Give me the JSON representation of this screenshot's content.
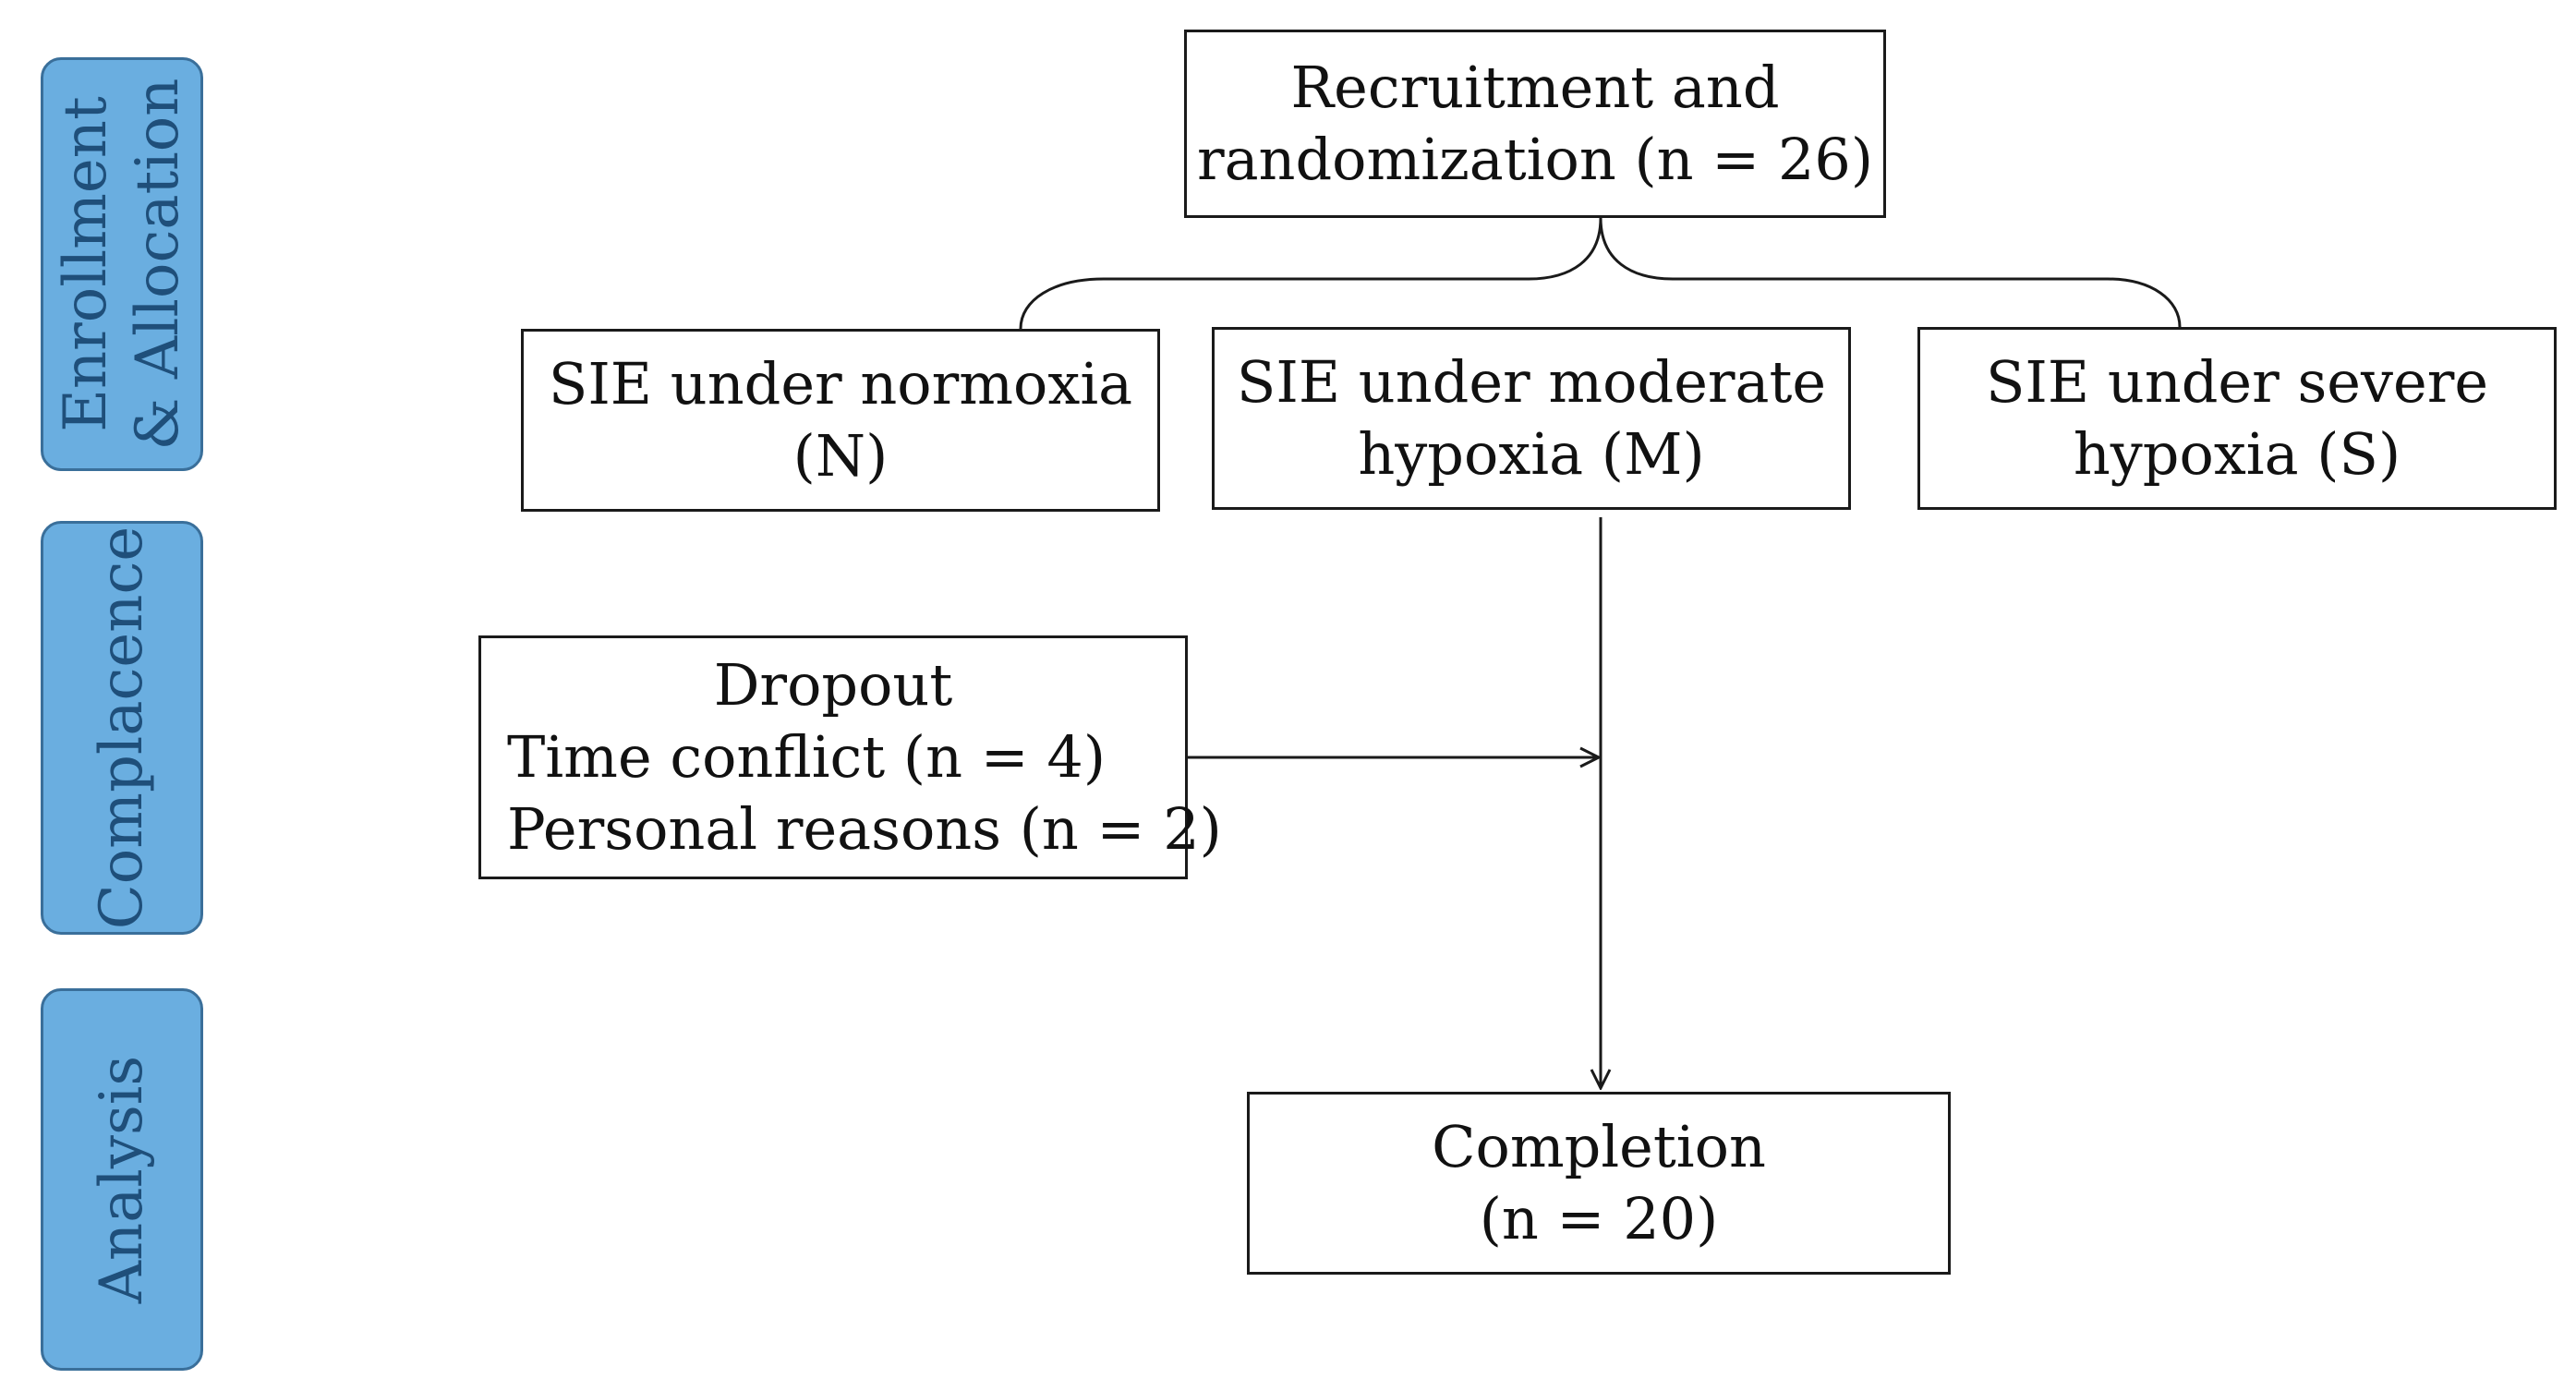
{
  "colors": {
    "stage_fill": "#6aaee0",
    "stage_border": "#3a6f9a",
    "stage_text": "#1f4f7a",
    "box_border": "#1a1a1a",
    "line": "#1a1a1a"
  },
  "stages": {
    "enrollment": {
      "line1": "Enrollment",
      "line2": "& Allocation"
    },
    "compliance": {
      "label": "Complacence"
    },
    "analysis": {
      "label": "Analysis"
    }
  },
  "recruitment": {
    "line1": "Recruitment and",
    "line2": "randomization (n = 26)"
  },
  "groups": {
    "normoxia": {
      "line1": "SIE under normoxia",
      "line2": "(N)"
    },
    "moderate": {
      "line1": "SIE under moderate",
      "line2": "hypoxia (M)"
    },
    "severe": {
      "line1": "SIE under severe",
      "line2": "hypoxia (S)"
    }
  },
  "dropout": {
    "title": "Dropout",
    "reasons": [
      "Time conflict (n = 4)",
      "Personal reasons (n = 2)"
    ]
  },
  "completion": {
    "line1": "Completion",
    "line2": "(n = 20)"
  }
}
